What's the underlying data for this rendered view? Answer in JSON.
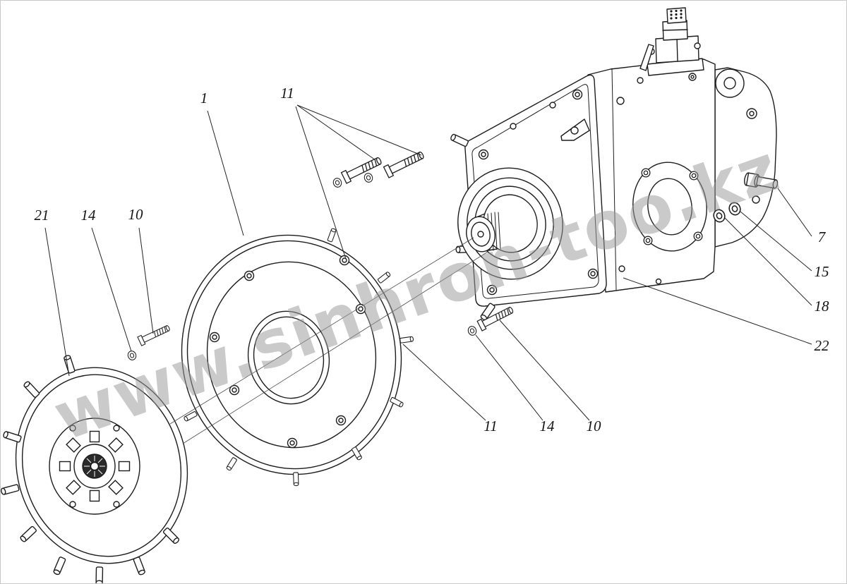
{
  "watermark": {
    "text": "www.sinhron-too.kz",
    "color": "#9a9a9a"
  },
  "diagram": {
    "kind": "exploded-parts-drawing",
    "line_color": "#1d1d1d"
  },
  "callouts": [
    {
      "text": "1"
    },
    {
      "text": "11"
    },
    {
      "text": "21"
    },
    {
      "text": "14"
    },
    {
      "text": "10"
    },
    {
      "text": "7"
    },
    {
      "text": "15"
    },
    {
      "text": "18"
    },
    {
      "text": "22"
    },
    {
      "text": "11"
    },
    {
      "text": "14"
    },
    {
      "text": "10"
    }
  ]
}
